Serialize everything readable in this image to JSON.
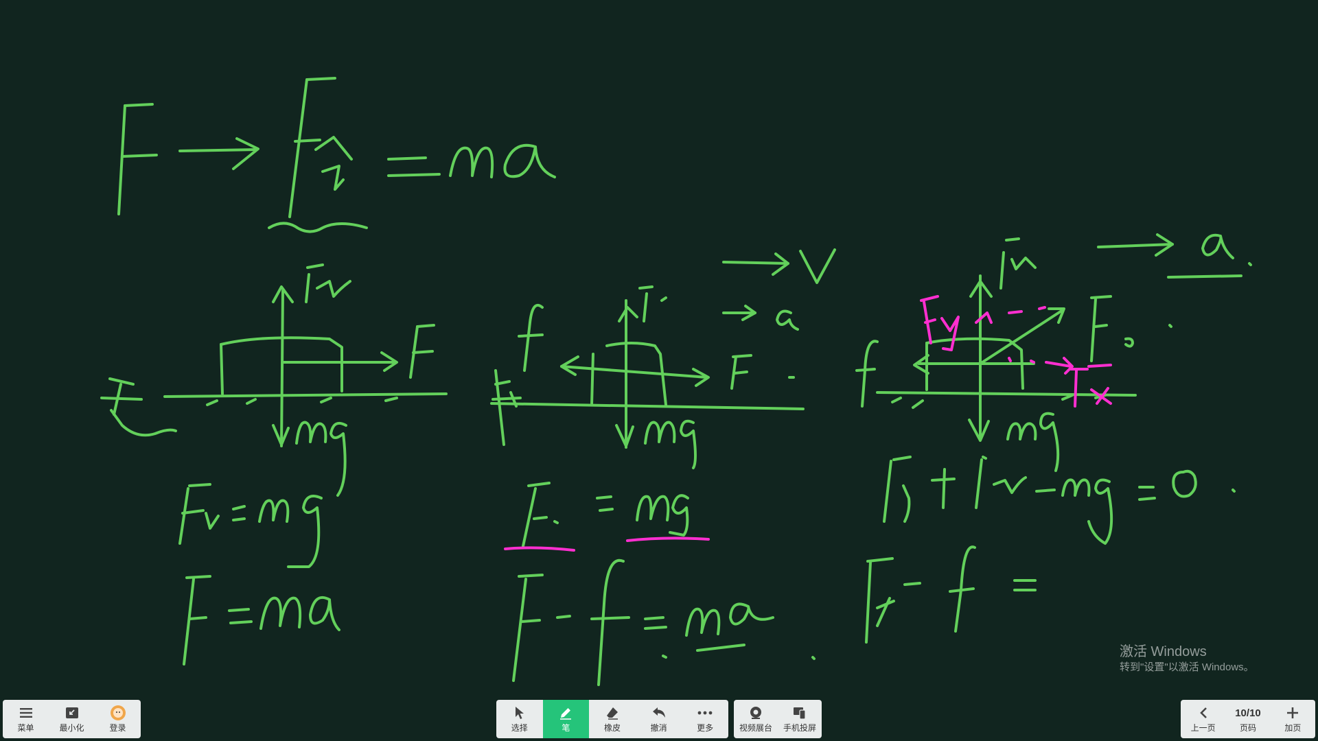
{
  "toolbar_left": {
    "menu_label": "菜单",
    "minimize_label": "最小化",
    "login_label": "登录"
  },
  "toolbar_center": {
    "select_label": "选择",
    "pen_label": "笔",
    "eraser_label": "橡皮",
    "undo_label": "撤消",
    "more_label": "更多"
  },
  "toolbar_camera": {
    "video_booth_label": "视频展台",
    "phone_cast_label": "手机投屏"
  },
  "toolbar_right": {
    "prev_label": "上一页",
    "page_indicator": "10/10",
    "page_label": "页码",
    "add_page_label": "加页"
  },
  "watermark": {
    "title": "激活 Windows",
    "subtitle": "转到\"设置\"以激活 Windows。"
  },
  "active_tool": "pen",
  "colors": {
    "board_background": "#11251f",
    "ink_green": "#63d05b",
    "ink_magenta": "#ff2fd0",
    "toolbar_background": "#e9ecec",
    "active_tool_color": "#25c47a"
  },
  "icons": {
    "menu": "hamburger-icon",
    "minimize": "minimize-icon",
    "login": "avatar-icon",
    "select": "cursor-arrow-icon",
    "pen": "pen-icon",
    "eraser": "eraser-icon",
    "undo": "undo-arrow-icon",
    "more": "ellipsis-icon",
    "video_booth": "camera-icon",
    "phone_cast": "phone-cast-icon",
    "prev": "chevron-left-icon",
    "add_page": "plus-icon"
  }
}
